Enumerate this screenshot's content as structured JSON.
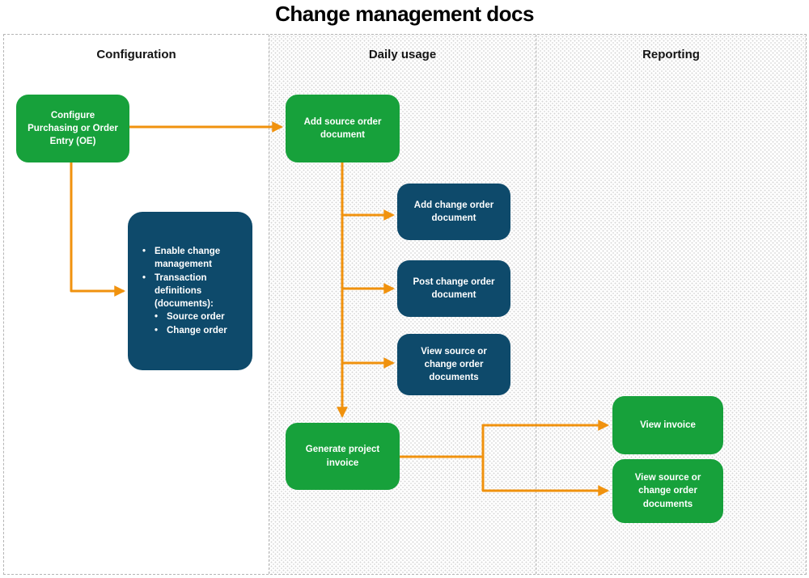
{
  "title": "Change management docs",
  "columns": [
    {
      "label": "Configuration"
    },
    {
      "label": "Daily usage"
    },
    {
      "label": "Reporting"
    }
  ],
  "nodes": {
    "configure_oe": {
      "label": "Configure Purchasing or Order Entry (OE)",
      "type": "action"
    },
    "config_details": {
      "type": "details",
      "item1": "Enable change management",
      "item2": "Transaction definitions (documents):",
      "sub1": "Source order",
      "sub2": "Change order"
    },
    "add_source_order": {
      "label": "Add source order document",
      "type": "action"
    },
    "add_change_order": {
      "label": "Add change order document",
      "type": "task"
    },
    "post_change_order": {
      "label": "Post change order document",
      "type": "task"
    },
    "view_source_change": {
      "label": "View source or change order documents",
      "type": "task"
    },
    "generate_invoice": {
      "label": "Generate project invoice",
      "type": "action"
    },
    "view_invoice": {
      "label": "View invoice",
      "type": "action"
    },
    "view_source_change_report": {
      "label": "View source or change order documents",
      "type": "action"
    }
  },
  "edges": [
    {
      "from": "configure_oe",
      "to": "add_source_order"
    },
    {
      "from": "configure_oe",
      "to": "config_details"
    },
    {
      "from": "add_source_order",
      "to": "add_change_order"
    },
    {
      "from": "add_source_order",
      "to": "post_change_order"
    },
    {
      "from": "add_source_order",
      "to": "view_source_change"
    },
    {
      "from": "add_source_order",
      "to": "generate_invoice"
    },
    {
      "from": "generate_invoice",
      "to": "view_invoice"
    },
    {
      "from": "generate_invoice",
      "to": "view_source_change_report"
    }
  ],
  "colors": {
    "action_green": "#17A13B",
    "task_blue": "#0E4A6B",
    "arrow_orange": "#F0920E",
    "border_gray": "#B5B5B5"
  }
}
